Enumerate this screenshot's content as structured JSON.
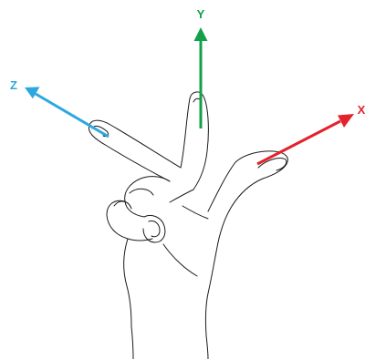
{
  "axes": {
    "x": {
      "label": "X",
      "color": "#e3232c"
    },
    "y": {
      "label": "Y",
      "color": "#12a04a"
    },
    "z": {
      "label": "Z",
      "color": "#2da8df"
    }
  },
  "hand": {
    "stroke_color": "#1a1a1a"
  }
}
